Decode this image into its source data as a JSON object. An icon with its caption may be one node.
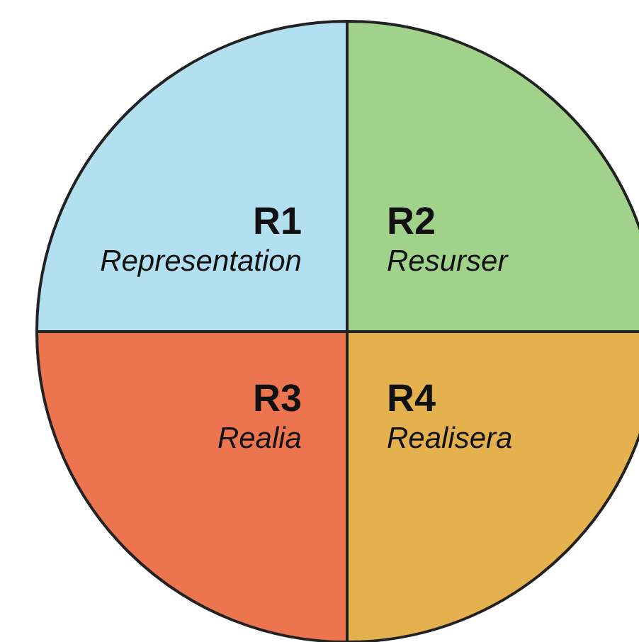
{
  "diagram": {
    "nodes": [
      {
        "text": [
          "R1",
          "Representation"
        ]
      },
      {
        "text": [
          "R2",
          "Resurser"
        ]
      },
      {
        "text": [
          "R3",
          "Realia"
        ]
      },
      {
        "text": [
          "R4",
          "Realisera"
        ]
      }
    ]
  }
}
